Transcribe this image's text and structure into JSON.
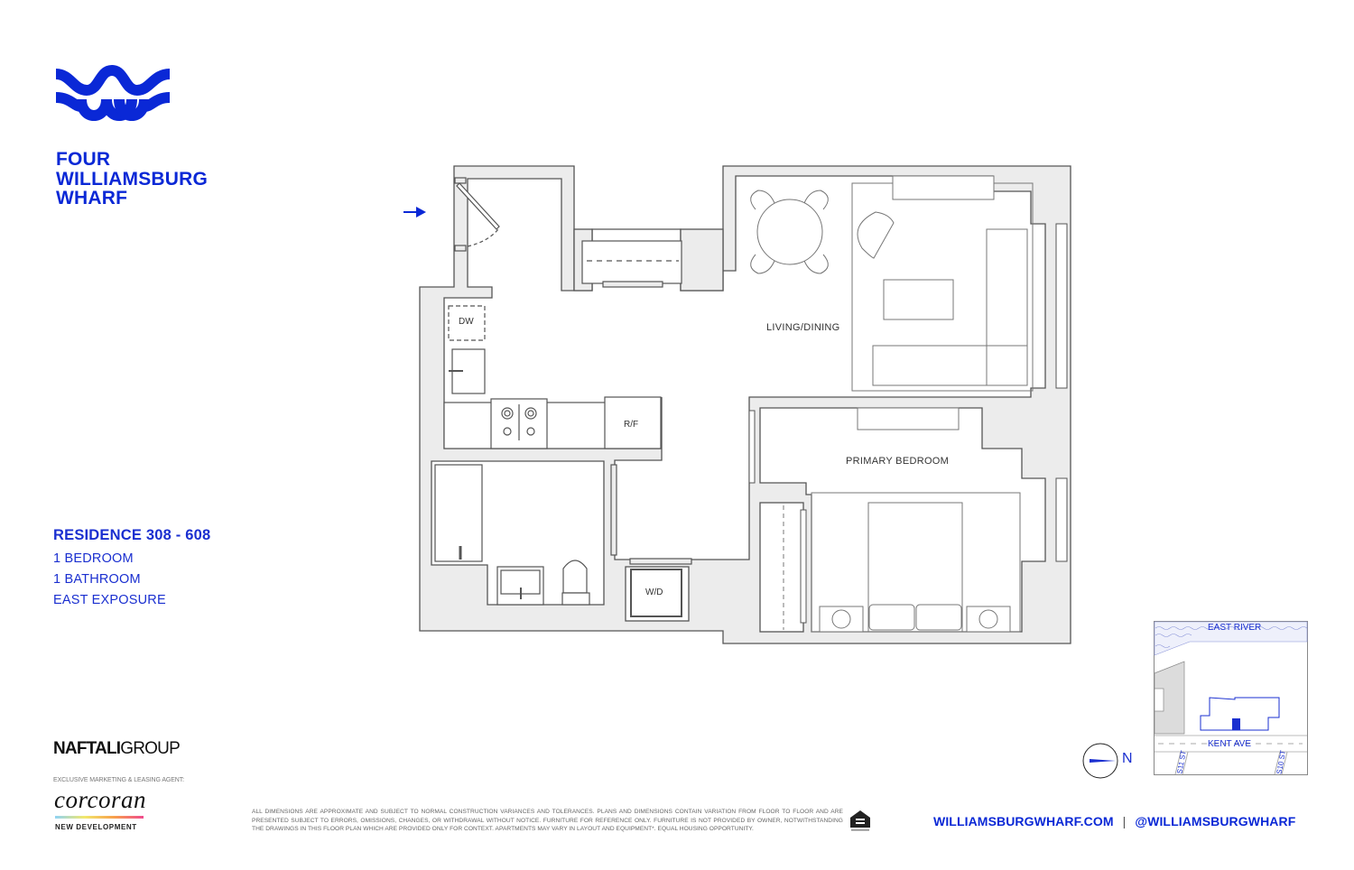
{
  "brand": {
    "name_lines": [
      "FOUR",
      "WILLIAMSBURG",
      "WHARF"
    ],
    "logo_icon": "wave-w-logo-icon",
    "color": "#0a28d6"
  },
  "residence": {
    "title": "RESIDENCE 308 - 608",
    "bedrooms": "1 BEDROOM",
    "bathrooms": "1 BATHROOM",
    "exposure": "EAST EXPOSURE"
  },
  "floorplan": {
    "rooms": {
      "living": "LIVING/DINING",
      "bedroom": "PRIMARY BEDROOM"
    },
    "fixtures": {
      "dishwasher": "DW",
      "fridge": "R/F",
      "washer_dryer": "W/D"
    },
    "entry_icon": "entry-arrow-icon",
    "wall_fill": "#ececec",
    "line_color": "#555555"
  },
  "keymap": {
    "river": "EAST RIVER",
    "avenue": "KENT AVE",
    "street_left": "S11 ST",
    "street_right": "S10 ST",
    "compass_label": "N"
  },
  "footer": {
    "developer_bold": "NAFTALI",
    "developer_light": "GROUP",
    "agent_label": "EXCLUSIVE MARKETING & LEASING AGENT:",
    "agent_name": "corcoran",
    "agent_division": "NEW DEVELOPMENT",
    "disclaimer": "All dimensions are approximate and subject to normal construction variances and tolerances. Plans and dimensions contain variation from floor to floor and are presented subject to errors, omissions, changes, or withdrawal without notice. Furniture for reference only. Furniture is not provided by owner, notwithstanding the drawings in this floor plan which are provided only for context. Apartments may vary in layout and equipment*. Equal housing opportunity.",
    "equal_housing_icon": "equal-housing-icon",
    "website": "WILLIAMSBURGWHARF.COM",
    "separator": "|",
    "handle": "@WILLIAMSBURGWHARF"
  }
}
